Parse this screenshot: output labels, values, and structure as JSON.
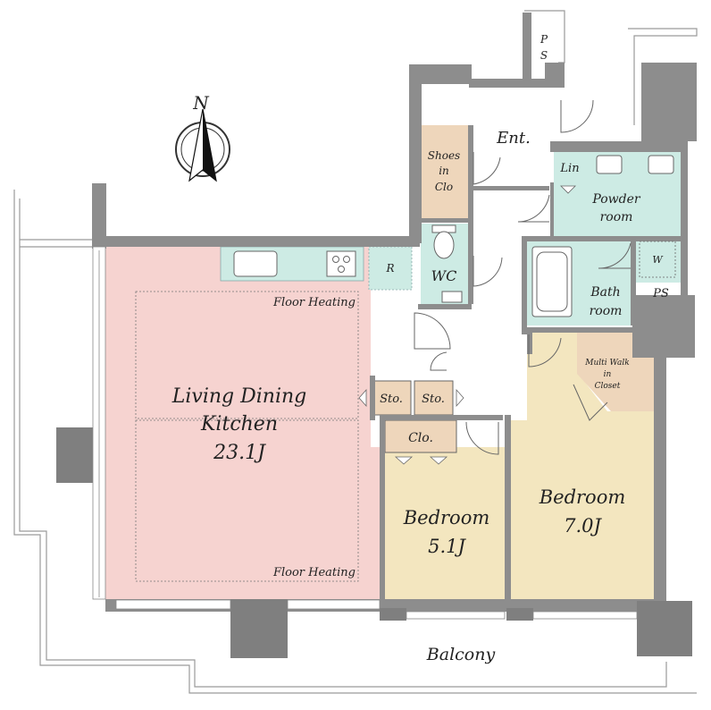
{
  "compass": {
    "letter": "N"
  },
  "rooms": {
    "ldk": {
      "line1": "Living Dining",
      "line2": "Kitchen",
      "area": "23.1J"
    },
    "floor_heating": "Floor Heating",
    "bedroom_main": {
      "name": "Bedroom",
      "area": "7.0J"
    },
    "bedroom_small": {
      "name": "Bedroom",
      "area": "5.1J"
    },
    "entrance": "Ent.",
    "shoes": {
      "line1": "Shoes",
      "line2": "in",
      "line3": "Clo"
    },
    "wc": "WC",
    "powder": {
      "line1": "Powder",
      "line2": "room"
    },
    "bath": {
      "line1": "Bath",
      "line2": "room"
    },
    "linen": "Lin",
    "washer": "W",
    "ps": "PS",
    "ps_top": {
      "line1": "P",
      "line2": "S"
    },
    "multi_walk": {
      "line1": "Multi Walk",
      "line2": "in",
      "line3": "Closet"
    },
    "storage": "Sto.",
    "closet": "Clo.",
    "fridge": "R",
    "balcony": "Balcony"
  },
  "colors": {
    "ldk": "#f6d3d0",
    "bedroom": "#f3e6bf",
    "wet": "#cdebe4",
    "storage": "#eed6bb",
    "wall": "#8d8d8d"
  }
}
